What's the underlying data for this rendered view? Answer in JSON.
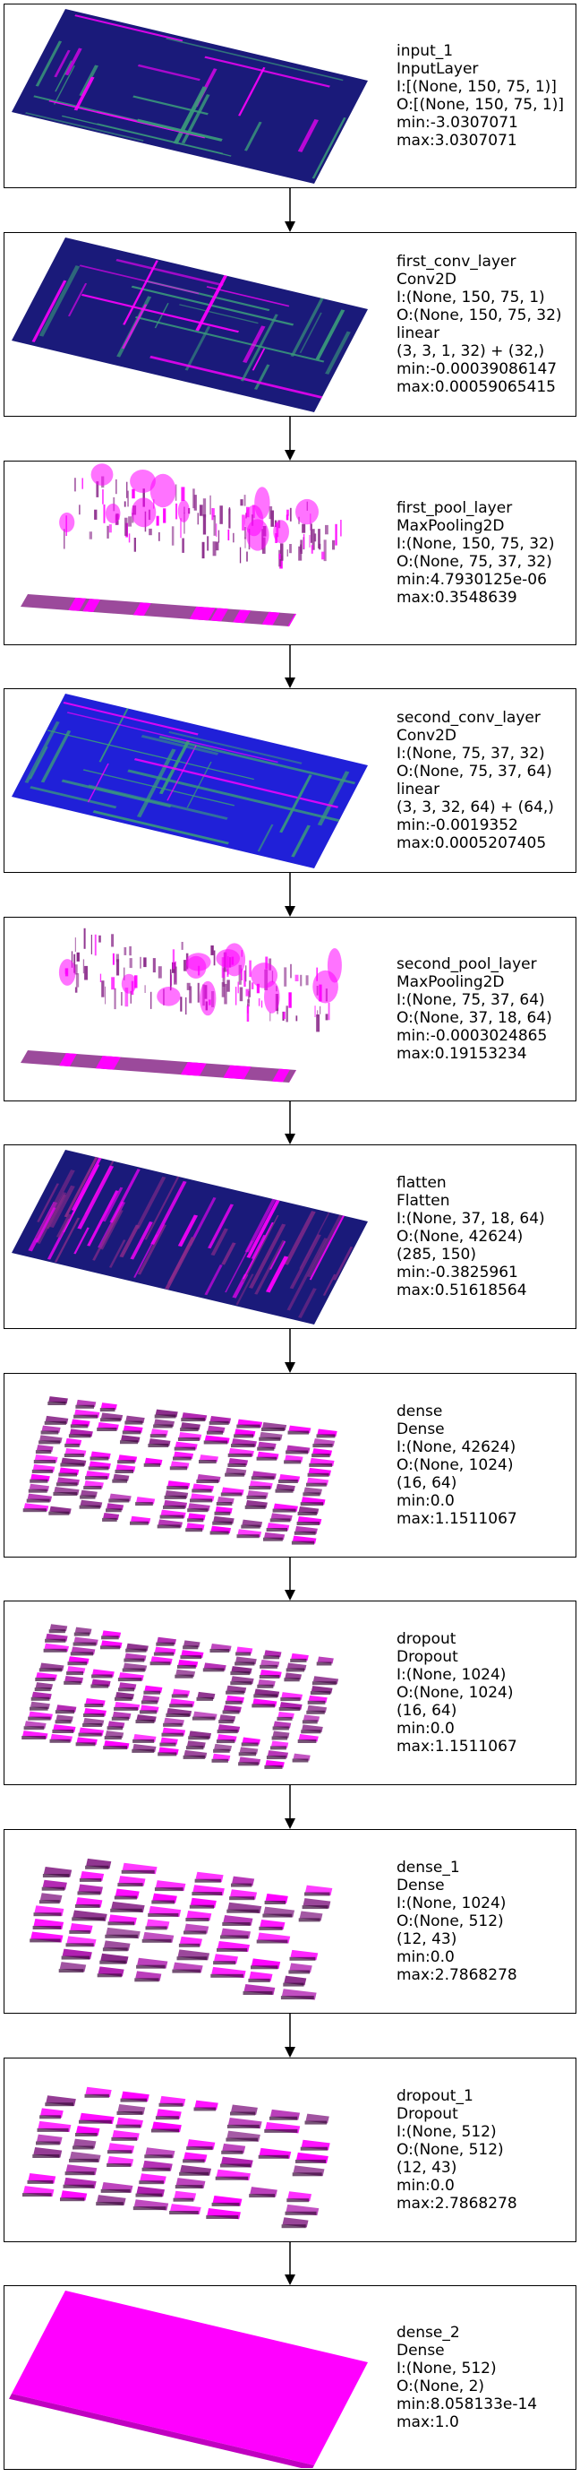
{
  "layers": [
    {
      "name": "input_1",
      "type": "InputLayer",
      "lines": [
        "I:[(None, 150, 75, 1)]",
        "O:[(None, 150, 75, 1)]",
        "min:-3.0307071",
        "max:3.0307071"
      ],
      "viz": "slab-dark"
    },
    {
      "name": "first_conv_layer",
      "type": "Conv2D",
      "lines": [
        "I:(None, 150, 75, 1)",
        "O:(None, 150, 75, 32)",
        "linear",
        "(3, 3, 1, 32) + (32,)",
        "min:-0.00039086147",
        "max:0.00059065415"
      ],
      "viz": "slab-dark"
    },
    {
      "name": "first_pool_layer",
      "type": "MaxPooling2D",
      "lines": [
        "I:(None, 150, 75, 32)",
        "O:(None, 75, 37, 32)",
        "min:4.7930125e-06",
        "max:0.3548639"
      ],
      "viz": "sparse"
    },
    {
      "name": "second_conv_layer",
      "type": "Conv2D",
      "lines": [
        "I:(None, 75, 37, 32)",
        "O:(None, 75, 37, 64)",
        "linear",
        "(3, 3, 32, 64) + (64,)",
        "min:-0.0019352",
        "max:0.0005207405"
      ],
      "viz": "slab-blue"
    },
    {
      "name": "second_pool_layer",
      "type": "MaxPooling2D",
      "lines": [
        "I:(None, 75, 37, 64)",
        "O:(None, 37, 18, 64)",
        "min:-0.0003024865",
        "max:0.19153234"
      ],
      "viz": "sparse"
    },
    {
      "name": "flatten",
      "type": "Flatten",
      "lines": [
        "I:(None, 37, 18, 64)",
        "O:(None, 42624)",
        "(285, 150)",
        "min:-0.3825961",
        "max:0.51618564"
      ],
      "viz": "slab-stripe"
    },
    {
      "name": "dense",
      "type": "Dense",
      "lines": [
        "I:(None, 42624)",
        "O:(None, 1024)",
        "(16, 64)",
        "min:0.0",
        "max:1.1511067"
      ],
      "viz": "blocks"
    },
    {
      "name": "dropout",
      "type": "Dropout",
      "lines": [
        "I:(None, 1024)",
        "O:(None, 1024)",
        "(16, 64)",
        "min:0.0",
        "max:1.1511067"
      ],
      "viz": "blocks"
    },
    {
      "name": "dense_1",
      "type": "Dense",
      "lines": [
        "I:(None, 1024)",
        "O:(None, 512)",
        "(12, 43)",
        "min:0.0",
        "max:2.7868278"
      ],
      "viz": "blocks-big"
    },
    {
      "name": "dropout_1",
      "type": "Dropout",
      "lines": [
        "I:(None, 512)",
        "O:(None, 512)",
        "(12, 43)",
        "min:0.0",
        "max:2.7868278"
      ],
      "viz": "blocks-big"
    },
    {
      "name": "dense_2",
      "type": "Dense",
      "lines": [
        "I:(None, 512)",
        "O:(None, 2)",
        "min:8.058133e-14",
        "max:1.0"
      ],
      "viz": "slab-magenta"
    }
  ],
  "colors": {
    "navy": "#1a1a7a",
    "blue": "#2020d8",
    "magenta": "#ff00ff",
    "purple": "#8a2a8a",
    "green": "#3a9a7a",
    "border": "#000000"
  }
}
